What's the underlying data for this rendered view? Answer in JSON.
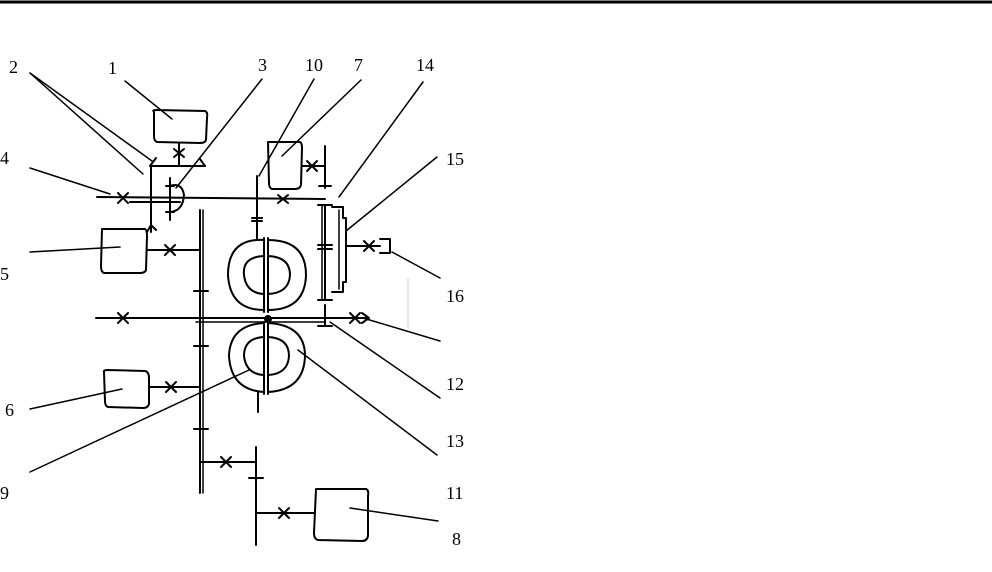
{
  "diagram": {
    "callouts": [
      {
        "id": "c1",
        "text": "1"
      },
      {
        "id": "c2",
        "text": "2"
      },
      {
        "id": "c3",
        "text": "3"
      },
      {
        "id": "c4",
        "text": "4"
      },
      {
        "id": "c5",
        "text": "5"
      },
      {
        "id": "c6",
        "text": "6"
      },
      {
        "id": "c7",
        "text": "7"
      },
      {
        "id": "c8",
        "text": "8"
      },
      {
        "id": "c9",
        "text": "9"
      },
      {
        "id": "c10",
        "text": "10"
      },
      {
        "id": "c11",
        "text": "11"
      },
      {
        "id": "c12",
        "text": "12"
      },
      {
        "id": "c13",
        "text": "13"
      },
      {
        "id": "c14",
        "text": "14"
      },
      {
        "id": "c15",
        "text": "15"
      },
      {
        "id": "c16",
        "text": "16"
      }
    ],
    "colors": {
      "ink": "#000000",
      "paper": "#ffffff",
      "faint": "#cfcfcf"
    }
  }
}
